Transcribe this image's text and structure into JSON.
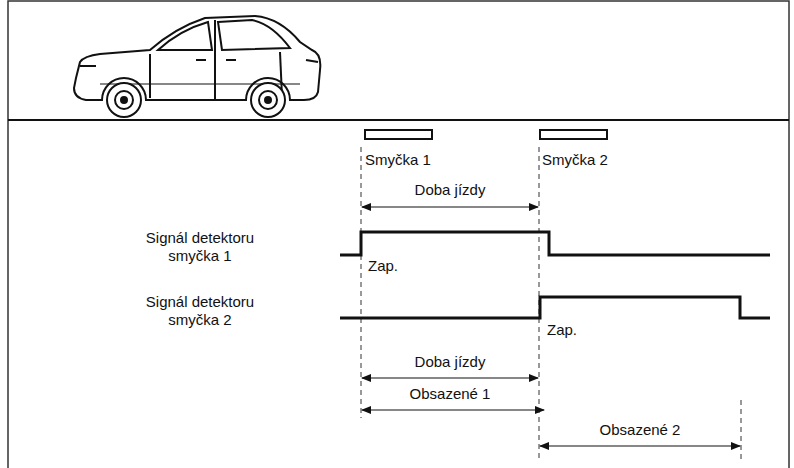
{
  "diagram": {
    "labels": [
      "Smyčka 1",
      "Smyčka 2",
      "Doba jízdy",
      "Signál detektoru smyčka 1",
      "Zap.",
      "Signál detektoru smyčka 2",
      "Zap.",
      "Doba jízdy",
      "Obsazené 1",
      "Obsazené 2"
    ]
  }
}
